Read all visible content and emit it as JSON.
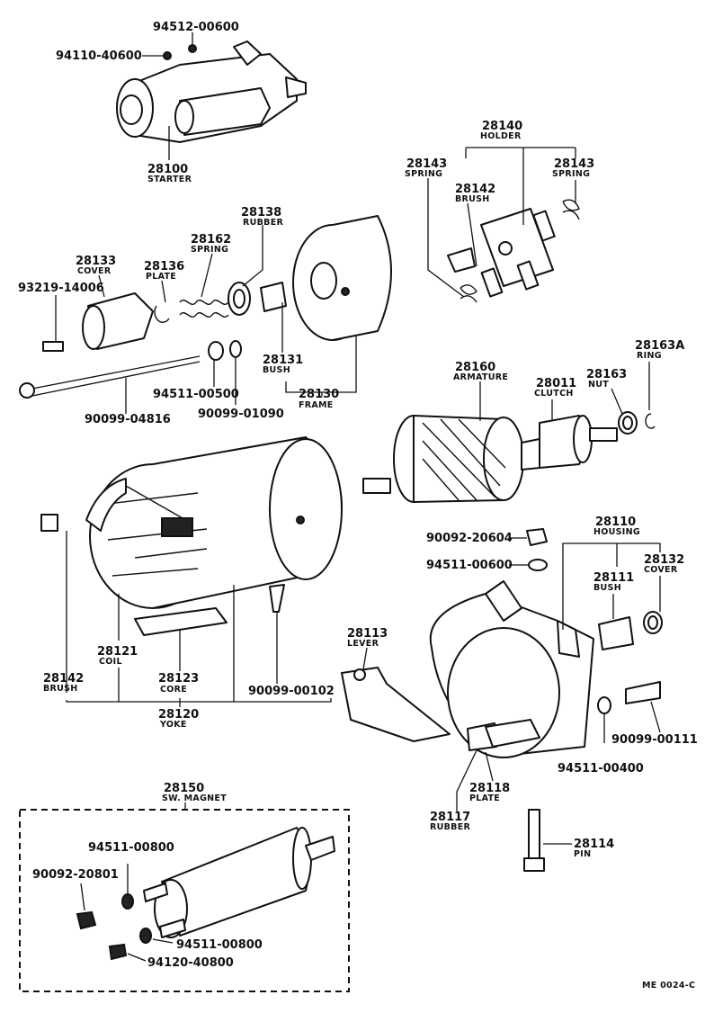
{
  "figure_code": "ME 0024-C",
  "parts": {
    "p94512_00600": {
      "number": "94512-00600",
      "name": ""
    },
    "p94110_40600": {
      "number": "94110-40600",
      "name": ""
    },
    "p28100": {
      "number": "28100",
      "name": "STARTER"
    },
    "p28140": {
      "number": "28140",
      "name": "HOLDER"
    },
    "p28143a": {
      "number": "28143",
      "name": "SPRING"
    },
    "p28143b": {
      "number": "28143",
      "name": "SPRING"
    },
    "p28142a": {
      "number": "28142",
      "name": "BRUSH"
    },
    "p28138": {
      "number": "28138",
      "name": "RUBBER"
    },
    "p28162": {
      "number": "28162",
      "name": "SPRING"
    },
    "p28133": {
      "number": "28133",
      "name": "COVER"
    },
    "p28136": {
      "number": "28136",
      "name": "PLATE"
    },
    "p93219_14006": {
      "number": "93219-14006",
      "name": ""
    },
    "p28131": {
      "number": "28131",
      "name": "BUSH"
    },
    "p28130": {
      "number": "28130",
      "name": "FRAME"
    },
    "p94511_00500": {
      "number": "94511-00500",
      "name": ""
    },
    "p90099_01090": {
      "number": "90099-01090",
      "name": ""
    },
    "p90099_04816": {
      "number": "90099-04816",
      "name": ""
    },
    "p28163A": {
      "number": "28163A",
      "name": "RING"
    },
    "p28160": {
      "number": "28160",
      "name": "ARMATURE"
    },
    "p28011": {
      "number": "28011",
      "name": "CLUTCH"
    },
    "p28163": {
      "number": "28163",
      "name": "NUT"
    },
    "p90092_20604": {
      "number": "90092-20604",
      "name": ""
    },
    "p94511_00600": {
      "number": "94511-00600",
      "name": ""
    },
    "p28110": {
      "number": "28110",
      "name": "HOUSING"
    },
    "p28132": {
      "number": "28132",
      "name": "COVER"
    },
    "p28111": {
      "number": "28111",
      "name": "BUSH"
    },
    "p28113": {
      "number": "28113",
      "name": "LEVER"
    },
    "p28121": {
      "number": "28121",
      "name": "COIL"
    },
    "p28142b": {
      "number": "28142",
      "name": "BRUSH"
    },
    "p28123": {
      "number": "28123",
      "name": "CORE"
    },
    "p90099_00102": {
      "number": "90099-00102",
      "name": ""
    },
    "p28120": {
      "number": "28120",
      "name": "YOKE"
    },
    "p90099_00111": {
      "number": "90099-00111",
      "name": ""
    },
    "p94511_00400": {
      "number": "94511-00400",
      "name": ""
    },
    "p28118": {
      "number": "28118",
      "name": "PLATE"
    },
    "p28117": {
      "number": "28117",
      "name": "RUBBER"
    },
    "p28150": {
      "number": "28150",
      "name": "SW. MAGNET"
    },
    "p94511_00800a": {
      "number": "94511-00800",
      "name": ""
    },
    "p90092_20801": {
      "number": "90092-20801",
      "name": ""
    },
    "p94511_00800b": {
      "number": "94511-00800",
      "name": ""
    },
    "p94120_40800": {
      "number": "94120-40800",
      "name": ""
    },
    "p28114": {
      "number": "28114",
      "name": "PIN"
    }
  }
}
